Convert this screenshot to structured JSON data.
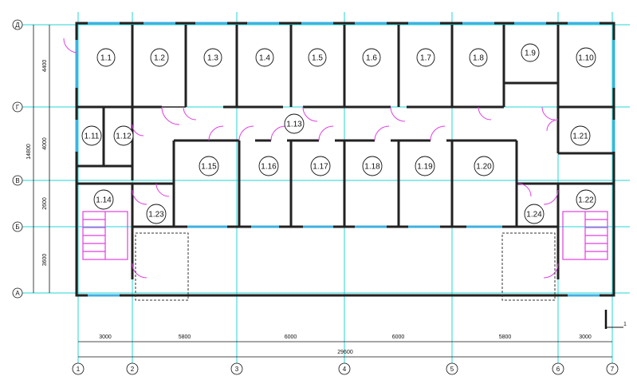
{
  "rooms": [
    {
      "id": "1.1"
    },
    {
      "id": "1.2"
    },
    {
      "id": "1.3"
    },
    {
      "id": "1.4"
    },
    {
      "id": "1.5"
    },
    {
      "id": "1.6"
    },
    {
      "id": "1.7"
    },
    {
      "id": "1.8"
    },
    {
      "id": "1.9"
    },
    {
      "id": "1.10"
    },
    {
      "id": "1.11"
    },
    {
      "id": "1.12"
    },
    {
      "id": "1.13"
    },
    {
      "id": "1.14"
    },
    {
      "id": "1.15"
    },
    {
      "id": "1.16"
    },
    {
      "id": "1.17"
    },
    {
      "id": "1.18"
    },
    {
      "id": "1.19"
    },
    {
      "id": "1.20"
    },
    {
      "id": "1.21"
    },
    {
      "id": "1.22"
    },
    {
      "id": "1.23"
    },
    {
      "id": "1.24"
    }
  ],
  "axes": {
    "vertical": [
      "1",
      "2",
      "3",
      "4",
      "5",
      "6",
      "7"
    ],
    "horizontal": [
      "Д",
      "Г",
      "В",
      "Б",
      "А"
    ]
  },
  "dimensions": {
    "bottom_segments": [
      "3000",
      "5800",
      "6000",
      "6000",
      "5800",
      "3000"
    ],
    "bottom_total": "29600",
    "left_segments": [
      "4400",
      "4000",
      "2600",
      "3600"
    ],
    "left_total": "14800"
  },
  "section_mark": "1",
  "colors": {
    "grid": "#26d4d4",
    "wall": "#222222",
    "door": "#e040e0",
    "window": "#40b0e0",
    "line": "#111111"
  }
}
